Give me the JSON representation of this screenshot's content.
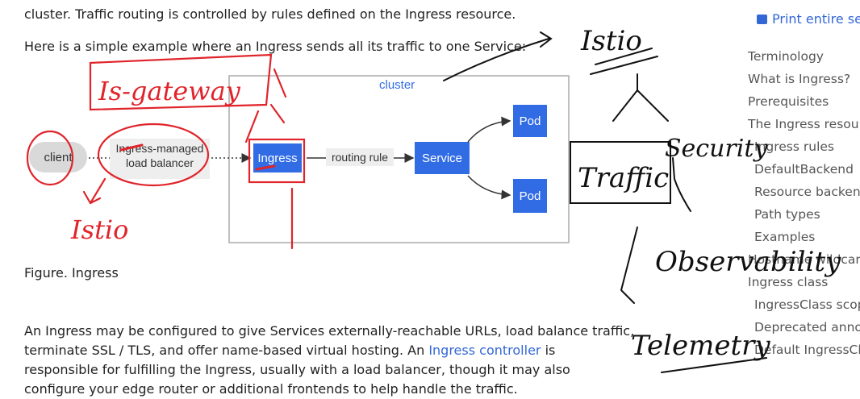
{
  "article": {
    "line_top": "cluster. Traffic routing is controlled by rules defined on the Ingress resource.",
    "intro": "Here is a simple example where an Ingress sends all its traffic to one Service:",
    "figure_caption": "Figure. Ingress",
    "para1_line1": "An Ingress may be configured to give Services externally-reachable URLs, load balance traffic,",
    "para1_line2_a": "terminate SSL / TLS, and offer name-based virtual hosting. An ",
    "para1_line2_link": "Ingress controller",
    "para1_line2_b": " is",
    "para1_line3": "responsible for fulfilling the Ingress, usually with a load balancer, though it may also",
    "para1_line4": "configure your edge router or additional frontends to help handle the traffic."
  },
  "diagram": {
    "cluster_label": "cluster",
    "client": "client",
    "lb_line1": "Ingress-managed",
    "lb_line2": "load balancer",
    "ingress": "Ingress",
    "routing_rule": "routing rule",
    "service": "Service",
    "pod_top": "Pod",
    "pod_bottom": "Pod",
    "colors": {
      "accent": "#326ce5",
      "box_border": "#aaaaaa",
      "pill": "#d9d9d9"
    }
  },
  "sidebar": {
    "print_link": "Print entire sec",
    "toc": [
      "Terminology",
      "What is Ingress?",
      "Prerequisites",
      "The Ingress resourc",
      "Ingress rules",
      "DefaultBackend",
      "Resource backend",
      "Path types",
      "Examples",
      "Hostname wildcard",
      "Ingress class",
      "IngressClass scope",
      "Deprecated annot",
      "Default IngressClas"
    ]
  },
  "annotations": {
    "is_gateway": "Is-gateway",
    "istio_left": "Istio",
    "istio_top": "Istio",
    "traffic": "Traffic",
    "security": "Security",
    "observability": "Observability",
    "telemetry": "Telemetry"
  }
}
